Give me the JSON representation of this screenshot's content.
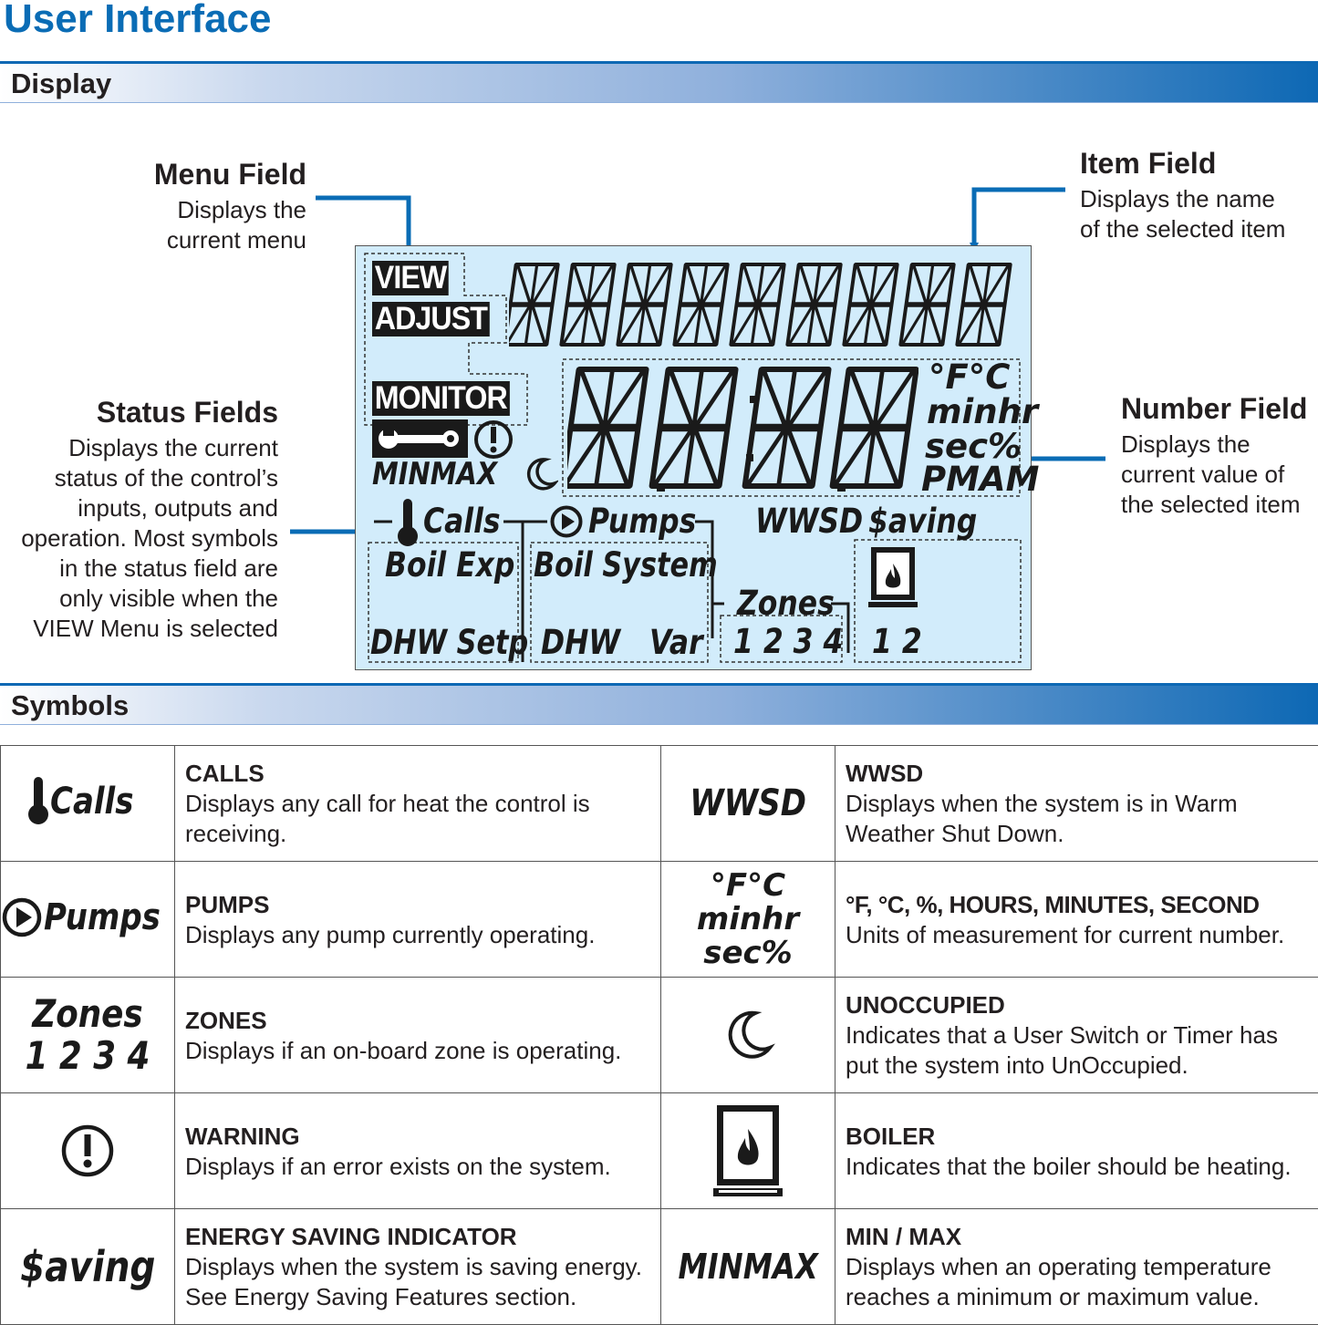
{
  "page_title": "User Interface",
  "sections": {
    "display": "Display",
    "symbols": "Symbols"
  },
  "callouts": {
    "menu_field": {
      "title": "Menu Field",
      "lines": [
        "Displays the",
        "current menu"
      ]
    },
    "item_field": {
      "title": "Item Field",
      "lines": [
        "Displays the name",
        "of the selected item"
      ]
    },
    "status_fields": {
      "title": "Status Fields",
      "lines": [
        "Displays the current",
        "status of the control’s",
        "inputs, outputs and",
        "operation. Most symbols",
        "in the status field are",
        "only visible when the",
        "VIEW Menu is selected"
      ]
    },
    "number_field": {
      "title": "Number Field",
      "lines": [
        "Displays the",
        "current value of",
        "the selected item"
      ]
    }
  },
  "lcd": {
    "menu": [
      "VIEW",
      "ADJUST",
      "MONITOR"
    ],
    "minmax": "MINMAX",
    "units": [
      "°F°C",
      "minhr",
      "sec%",
      "PMAM"
    ],
    "calls": "Calls",
    "pumps": "Pumps",
    "wwsd": "WWSD",
    "saving": "$aving",
    "boil_exp": "Boil Exp",
    "dhw_setp": "DHW Setp",
    "boil_system": "Boil System",
    "dhw": "DHW",
    "var": "Var",
    "zones": "Zones",
    "zone_numbers": "1 2 3 4",
    "boiler_numbers": "1 2",
    "item_digit_count": 9,
    "number_digit_count": 4
  },
  "colors": {
    "accent_blue": "#0a6cb5",
    "lcd_background": "#d2ecfb"
  },
  "symbols": [
    {
      "left_icon": "Calls",
      "left_title": "CALLS",
      "left_text": "Displays any call for heat the control is receiving.",
      "right_icon": "WWSD",
      "right_title": "WWSD",
      "right_text": "Displays when the system is in Warm Weather Shut Down."
    },
    {
      "left_icon": "Pumps",
      "left_title": "PUMPS",
      "left_text": "Displays any pump currently operating.",
      "right_icon_lines": [
        "°F°C",
        "minhr",
        "sec%"
      ],
      "right_title": "°F, °C, %, HOURS, MINUTES, SECOND",
      "right_text": "Units of measurement for current number."
    },
    {
      "left_icon_lines": [
        "Zones",
        "1 2 3 4"
      ],
      "left_title": "ZONES",
      "left_text": "Displays if an on-board zone is operating.",
      "right_icon": "moon-icon",
      "right_title": "UNOCCUPIED",
      "right_text": "Indicates that a User Switch or Timer has put the system into UnOccupied."
    },
    {
      "left_icon": "warning-icon",
      "left_title": "WARNING",
      "left_text": "Displays if an error exists on the system.",
      "right_icon": "boiler-icon",
      "right_title": "BOILER",
      "right_text": "Indicates that the boiler should be heating."
    },
    {
      "left_icon": "$aving",
      "left_title": "ENERGY SAVING INDICATOR",
      "left_text": "Displays when the system is saving energy. See Energy Saving Features section.",
      "right_icon": "MINMAX",
      "right_title": "MIN / MAX",
      "right_text": "Displays when an operating temperature reaches a minimum or maximum value."
    }
  ]
}
